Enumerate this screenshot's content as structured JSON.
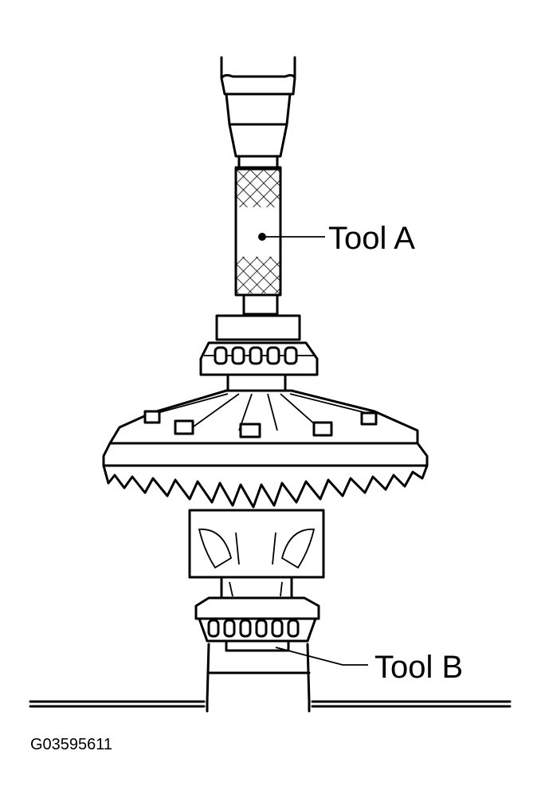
{
  "callouts": {
    "tool_a": "Tool A",
    "tool_b": "Tool B"
  },
  "figure_id": "G03595611",
  "colors": {
    "ink": "#000000",
    "paper": "#ffffff"
  }
}
